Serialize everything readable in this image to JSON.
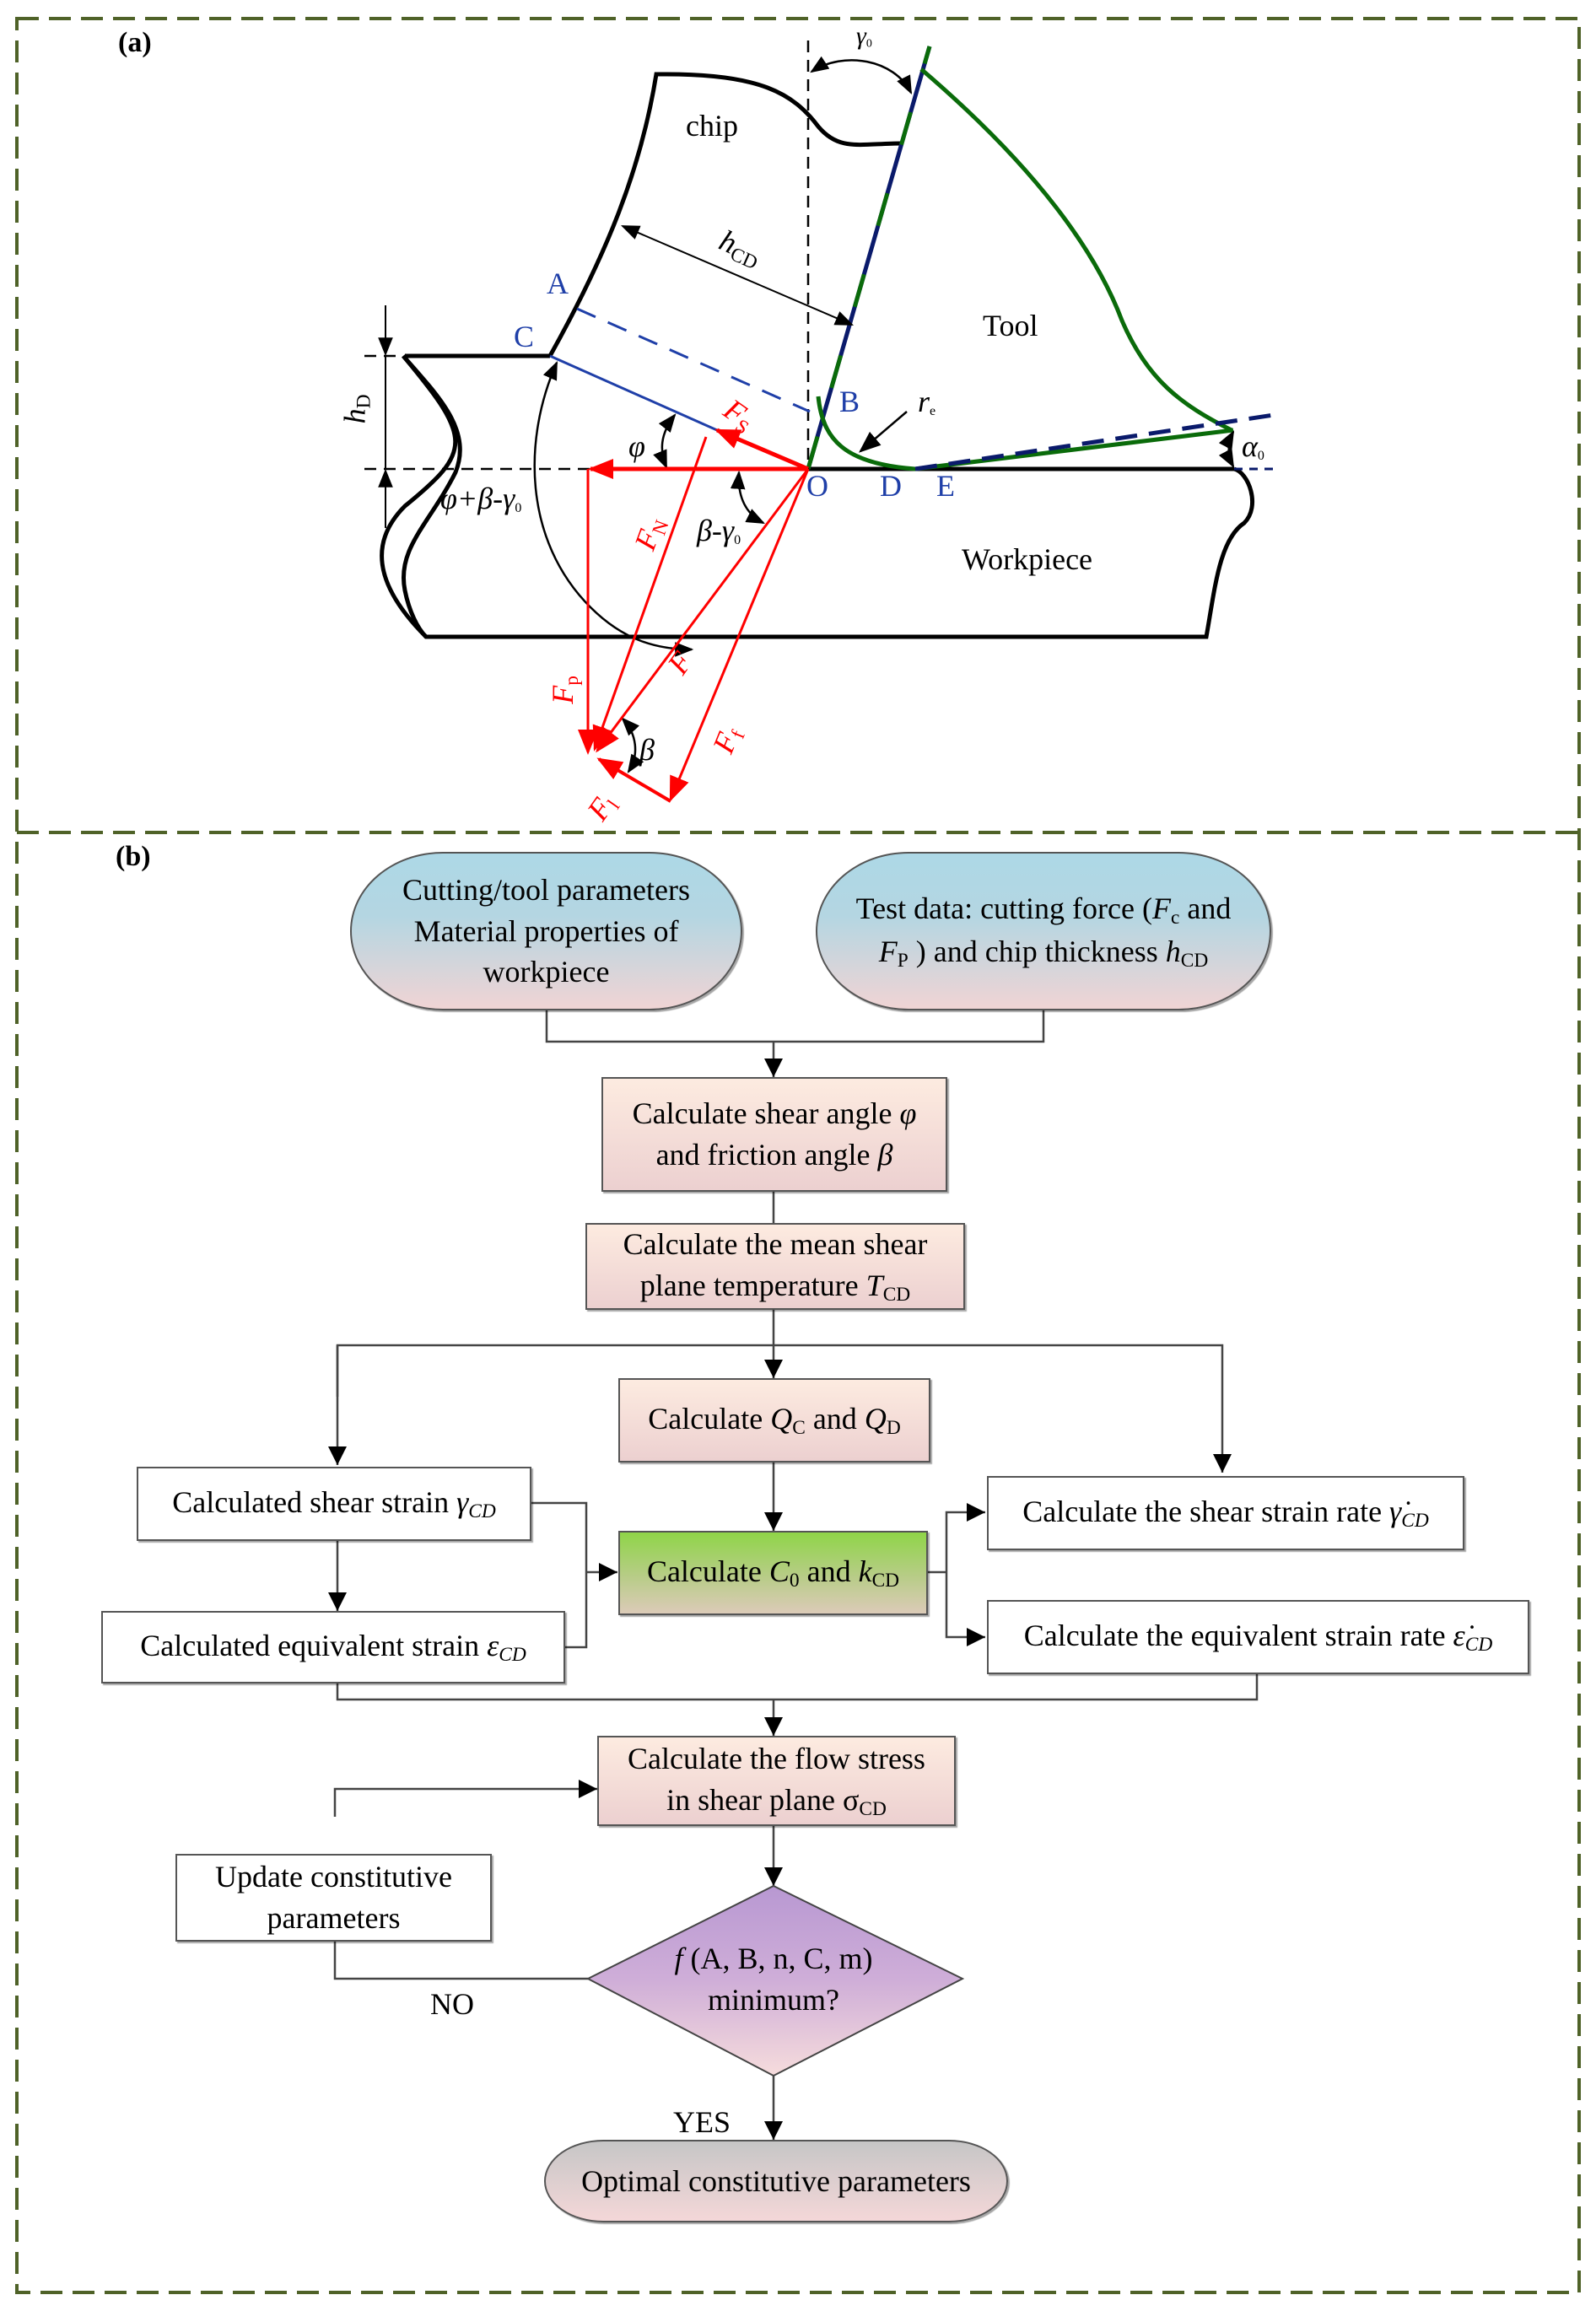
{
  "panels": {
    "a_label": "(a)",
    "b_label": "(b)"
  },
  "diagram_a": {
    "labels": {
      "chip": "chip",
      "tool": "Tool",
      "workpiece": "Workpiece",
      "point_A": "A",
      "point_B": "B",
      "point_C": "C",
      "point_D": "D",
      "point_E": "E",
      "point_O": "O",
      "h_cd": "h",
      "h_cd_sub": "CD",
      "h_d": "h",
      "h_d_sub": "D",
      "r_e": "r",
      "r_e_sub": "e",
      "gamma0": "γ",
      "gamma0_sub": "0",
      "alpha0": "α",
      "alpha0_sub": "0",
      "phi": "φ",
      "phi_beta_gamma": "φ+β-γ",
      "phi_beta_gamma_sub": "0",
      "beta_gamma": "β-γ",
      "beta_gamma_sub": "0",
      "beta": "β",
      "F": "F",
      "F_S": "F",
      "F_S_sub": "S",
      "F_N": "F",
      "F_N_sub": "N",
      "F_p": "F",
      "F_p_sub": "p",
      "F_f": "F",
      "F_f_sub": "f",
      "F_l": "F",
      "F_l_sub": "l"
    },
    "colors": {
      "force": "#ff0000",
      "point_label": "#1f3fa8",
      "shear_plane": "#1f3fa8",
      "tool_edge": "#0a6b0a",
      "rake_face": "#0a1a6b",
      "frame": "#4f6228"
    }
  },
  "flowchart": {
    "input_left": [
      "Cutting/tool parameters",
      "Material properties of",
      "workpiece"
    ],
    "input_right": {
      "line1_a": "Test data: cutting force (",
      "line1_F": "F",
      "line1_sub": "c",
      "line1_b": " and",
      "line2_F": "F",
      "line2_sub": "P",
      "line2_a": " ) and chip thickness ",
      "line2_h": "h",
      "line2_hsub": "CD"
    },
    "step_shear_angle": {
      "line1": "Calculate shear angle ",
      "sym1": "φ",
      "line2": "and friction angle ",
      "sym2": "β"
    },
    "step_temperature": {
      "line1": "Calculate the mean shear",
      "line2": "plane temperature ",
      "sym": "T",
      "sub": "CD"
    },
    "step_q": {
      "a": "Calculate ",
      "q1": "Q",
      "q1sub": "C",
      "b": " and ",
      "q2": "Q",
      "q2sub": "D"
    },
    "step_shear_strain": {
      "text": "Calculated shear strain  ",
      "sym": "γ",
      "sub": "CD"
    },
    "step_equiv_strain": {
      "text": "Calculated equivalent strain  ",
      "sym": "ε",
      "sub": "CD"
    },
    "step_c0": {
      "a": "Calculate ",
      "c": "C",
      "csub": "0",
      "b": " and ",
      "k": "k",
      "ksub": "CD"
    },
    "step_shear_rate": {
      "text": "Calculate the shear strain rate ",
      "sym": "γ̇",
      "sub": "CD"
    },
    "step_equiv_rate": {
      "text": "Calculate the equivalent strain rate ",
      "sym": "ε̇",
      "sub": "CD"
    },
    "step_flow_stress": {
      "line1": "Calculate the flow stress",
      "line2": "in shear plane σ",
      "sub": "CD"
    },
    "step_update": [
      "Update constitutive",
      "parameters"
    ],
    "decision": {
      "f": "f",
      "line1": " (A, B, n, C, m)",
      "line2": "minimum?"
    },
    "branch_no": "NO",
    "branch_yes": "YES",
    "output": "Optimal constitutive parameters",
    "colors": {
      "terminator_top": "#add8e6",
      "terminator_bottom": "#f0d4d4",
      "process": "#fdebe0",
      "highlight": "#8fd548",
      "decision": "#c3a3d6",
      "output_top": "#c6c6c6"
    }
  }
}
